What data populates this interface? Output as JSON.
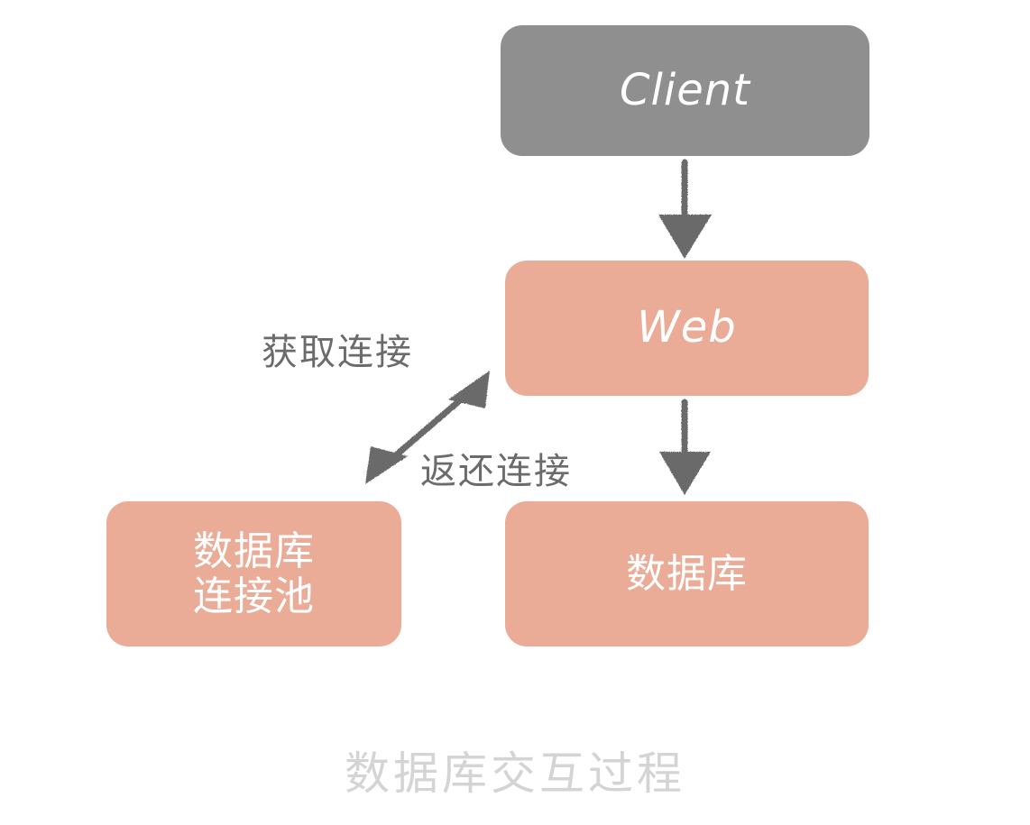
{
  "diagram": {
    "caption": "数据库交互过程",
    "background_color": "#ffffff",
    "colors": {
      "client_fill": "#8f8f8f",
      "node_fill": "#eaac96",
      "node_text": "#ffffff",
      "arrow": "#6b6b6b",
      "edge_label_text": "#6b6b6b",
      "caption_text": "#d4d4d4"
    },
    "nodes": [
      {
        "id": "client",
        "label": "Client",
        "fill": "#8f8f8f",
        "shape": "rounded-rectangle"
      },
      {
        "id": "web",
        "label": "Web",
        "fill": "#eaac96",
        "shape": "rounded-rectangle"
      },
      {
        "id": "pool",
        "label_line1": "数据库",
        "label_line2": "连接池",
        "fill": "#eaac96",
        "shape": "rounded-rectangle"
      },
      {
        "id": "database",
        "label": "数据库",
        "fill": "#eaac96",
        "shape": "rounded-rectangle"
      }
    ],
    "edges": [
      {
        "id": "client-to-web",
        "from": "client",
        "to": "web",
        "label": "",
        "arrowheads": "end",
        "direction": "down"
      },
      {
        "id": "web-to-pool",
        "from": "web",
        "to": "pool",
        "label_top": "获取连接",
        "label_bottom": "返还连接",
        "arrowheads": "both",
        "direction": "diagonal"
      },
      {
        "id": "web-to-database",
        "from": "web",
        "to": "database",
        "label": "",
        "arrowheads": "end",
        "direction": "down"
      }
    ]
  }
}
